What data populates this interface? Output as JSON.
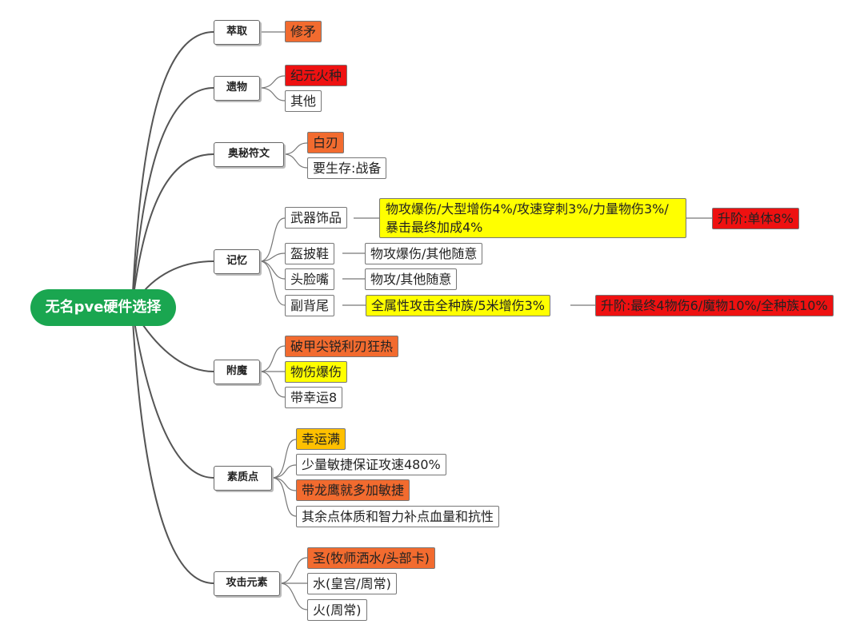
{
  "root": "无名pve硬件选择",
  "categories": {
    "extract": {
      "label": "萃取",
      "items": [
        "修矛"
      ]
    },
    "relic": {
      "label": "遗物",
      "items": [
        "纪元火种",
        "其他"
      ]
    },
    "rune": {
      "label": "奥秘符文",
      "items": [
        "白刃",
        "要生存:战备"
      ]
    },
    "memory": {
      "label": "记忆",
      "items": [
        "武器饰品",
        "盔披鞋",
        "头脸嘴",
        "副背尾"
      ],
      "details": {
        "weapon": "物攻爆伤/大型增伤4%/攻速穿刺3%/力量物伤3%/暴击最终加成4%",
        "armor": "物攻爆伤/其他随意",
        "head": "物攻/其他随意",
        "back": "全属性攻击全种族/5米增伤3%"
      },
      "upgrades": {
        "weapon": "升阶:单体8%",
        "back": "升阶:最终4物伤6/魔物10%/全种族10%"
      }
    },
    "enchant": {
      "label": "附魔",
      "items": [
        "破甲尖锐利刃狂热",
        "物伤爆伤",
        "带幸运8"
      ]
    },
    "stats": {
      "label": "素质点",
      "items": [
        "幸运满",
        "少量敏捷保证攻速480%",
        "带龙鹰就多加敏捷",
        "其余点体质和智力补点血量和抗性"
      ]
    },
    "element": {
      "label": "攻击元素",
      "items": [
        "圣(牧师洒水/头部卡)",
        "水(皇宫/周常)",
        "火(周常)"
      ]
    }
  },
  "colors": {
    "root": "#1aa650",
    "orange": "#f26b2f",
    "red": "#ee1111",
    "yellow": "#ffff00",
    "amber": "#ffc000",
    "line": "#555555"
  }
}
